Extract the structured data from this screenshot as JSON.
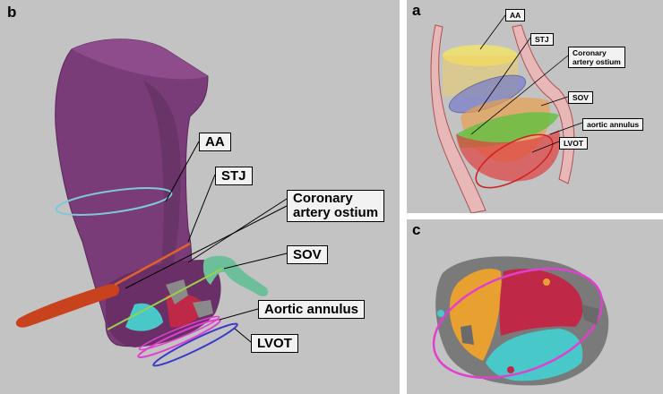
{
  "panels": {
    "b": {
      "letter": "b",
      "labels": {
        "aa": "AA",
        "stj": "STJ",
        "coronary": "Coronary\nartery ostium",
        "sov": "SOV",
        "annulus": "Aortic annulus",
        "lvot": "LVOT"
      }
    },
    "a": {
      "letter": "a",
      "labels": {
        "aa": "AA",
        "stj": "STJ",
        "coronary": "Coronary\nartery ostium",
        "sov": "SOV",
        "annulus": "aortic annulus",
        "lvot": "LVOT"
      }
    },
    "c": {
      "letter": "c"
    }
  },
  "colors": {
    "background": "#c3c3c3",
    "aorta": "#7a3c78",
    "coronary_right": "#c8421e",
    "coronary_left": "#6dbf9a",
    "aa_ring": "#7ec8d8",
    "stj_ring": "#e0622a",
    "annulus_ring": "#e03fd0",
    "lvot_ring": "#3a3ac8",
    "sov_ring": "#9ad04a",
    "cusp_orange": "#e8a030",
    "cusp_red": "#c02848",
    "cusp_cyan": "#48c8c8"
  }
}
